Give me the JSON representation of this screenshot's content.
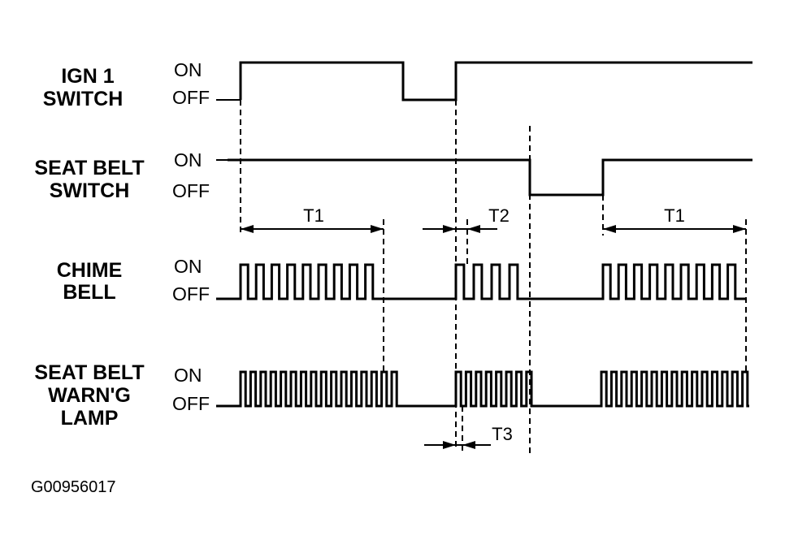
{
  "signals": [
    {
      "id": "ign",
      "name_lines": [
        "IGN 1",
        "SWITCH"
      ],
      "on_label": "ON",
      "off_label": "OFF"
    },
    {
      "id": "seatbelt_switch",
      "name_lines": [
        "SEAT BELT",
        "SWITCH"
      ],
      "on_label": "ON",
      "off_label": "OFF"
    },
    {
      "id": "chime",
      "name_lines": [
        "CHIME",
        "BELL"
      ],
      "on_label": "ON",
      "off_label": "OFF"
    },
    {
      "id": "lamp",
      "name_lines": [
        "SEAT BELT",
        "WARN'G",
        "LAMP"
      ],
      "on_label": "ON",
      "off_label": "OFF"
    }
  ],
  "timing_labels": {
    "t1_left": "T1",
    "t2": "T2",
    "t1_right": "T1",
    "t3": "T3"
  },
  "figure_id": "G00956017"
}
